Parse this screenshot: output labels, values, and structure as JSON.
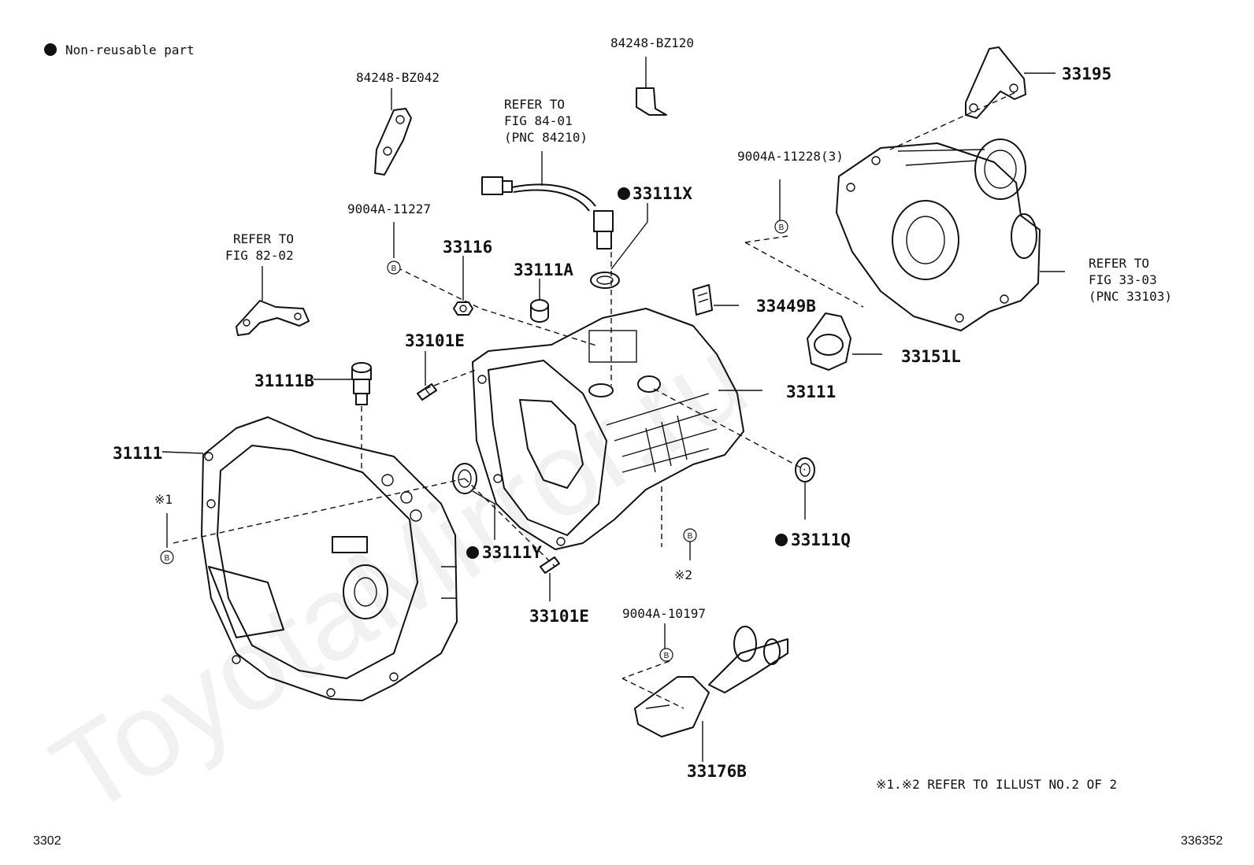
{
  "legend": {
    "text": "Non-reusable part"
  },
  "watermark": "ToyotaMirror.ru",
  "page_number": "3302",
  "illustration_number": "336352",
  "footnote": "※1.※2 REFER TO ILLUST NO.2 OF 2",
  "ref_marker": "B",
  "labels": {
    "p84248_BZ042": "84248-BZ042",
    "p84248_BZ120": "84248-BZ120",
    "p33195": "33195",
    "refer_84_01_a": "REFER TO",
    "refer_84_01_b": "FIG 84-01",
    "refer_84_01_c": "(PNC 84210)",
    "p33111X": "33111X",
    "p9004A_11228": "9004A-11228(3)",
    "p9004A_11227": "9004A-11227",
    "refer_82_02_a": "REFER TO",
    "refer_82_02_b": "FIG 82-02",
    "p33116": "33116",
    "p33111A": "33111A",
    "p33449B": "33449B",
    "refer_33_03_a": "REFER TO",
    "refer_33_03_b": "FIG 33-03",
    "refer_33_03_c": "(PNC 33103)",
    "p33151L": "33151L",
    "p33101E_top": "33101E",
    "p31111B": "31111B",
    "p33111_case": "33111",
    "p31111_housing": "31111",
    "note1": "※1",
    "p33111Y": "33111Y",
    "p33111Q": "33111Q",
    "note2": "※2",
    "p33101E_bottom": "33101E",
    "p9004A_10197": "9004A-10197",
    "p33176B": "33176B"
  }
}
